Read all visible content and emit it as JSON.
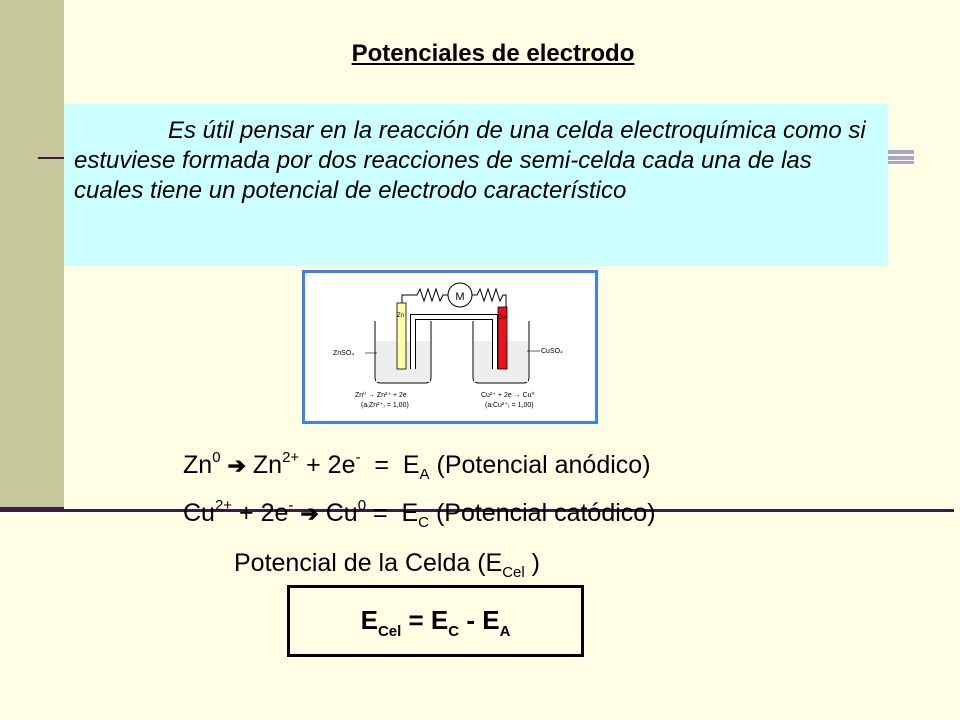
{
  "title": "Potenciales de electrodo",
  "intro": "Es útil pensar en la reacción de una celda electroquímica como si estuviese formada por dos reacciones de semi-celda cada una de las cuales tiene un potencial de electrodo característico",
  "figure": {
    "motor_label": "M",
    "zn_electrode": "Zn",
    "cu_electrode": "Cu",
    "left_solution": "ZnSO₄",
    "right_solution": "CuSO₄",
    "left_reaction": "Zn⁰ → Zn²⁺ + 2e",
    "left_activity": "(a₍Zn²⁺₎ = 1,00)",
    "right_reaction": "Cu²⁺ + 2e → Cu⁰",
    "right_activity": "(a₍Cu²⁺₎ = 1,00)"
  },
  "eq1": {
    "left": "Zn",
    "sup1": "0",
    "arrow": "➔",
    "mid": "Zn",
    "sup2": "2+",
    "plus": " + 2e",
    "sup3": "-",
    "equals": "  =  E",
    "sub": "A",
    "label": " (Potencial anódico)"
  },
  "eq2": {
    "left": "Cu",
    "sup1": "2+",
    "plus": " + 2e",
    "sup2": "-",
    "arrow": "➔",
    "mid": "Cu",
    "sup3": "0",
    "equals": " =  E",
    "sub": "C",
    "label": " (Potencial catódico)"
  },
  "celda": {
    "text": "Potencial de la Celda (E",
    "sub": "Cel",
    "close": " )"
  },
  "formula": {
    "e1": "E",
    "sub1": "Cel",
    "eq": " = E",
    "sub2": "C",
    "minus": " - E",
    "sub3": "A"
  }
}
